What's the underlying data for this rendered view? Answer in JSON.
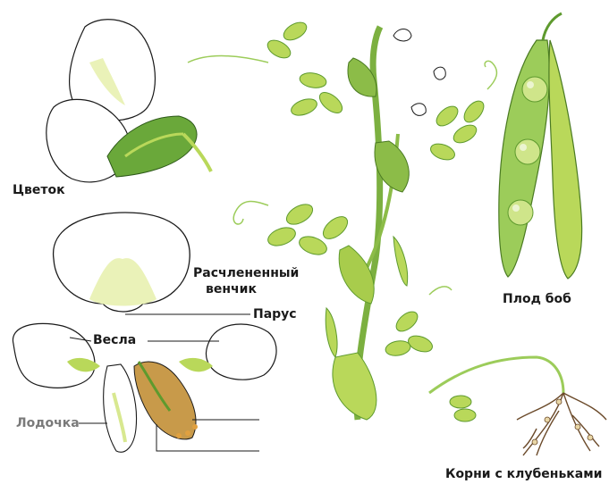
{
  "labels": {
    "flower": "Цветок",
    "corolla_line1": "Расчлененный",
    "corolla_line2": "венчик",
    "sail": "Парус",
    "wings": "Весла",
    "keel": "Лодочка",
    "fruit": "Плод боб",
    "roots": "Корни с клубеньками"
  },
  "colors": {
    "outline": "#1a1a1a",
    "leaf_light": "#b9d85a",
    "leaf_dark": "#5e9a2e",
    "petal_fill": "#ffffff",
    "petal_tint": "#eaf2b8",
    "root": "#6b4a2a",
    "nodule": "#e0a040"
  }
}
